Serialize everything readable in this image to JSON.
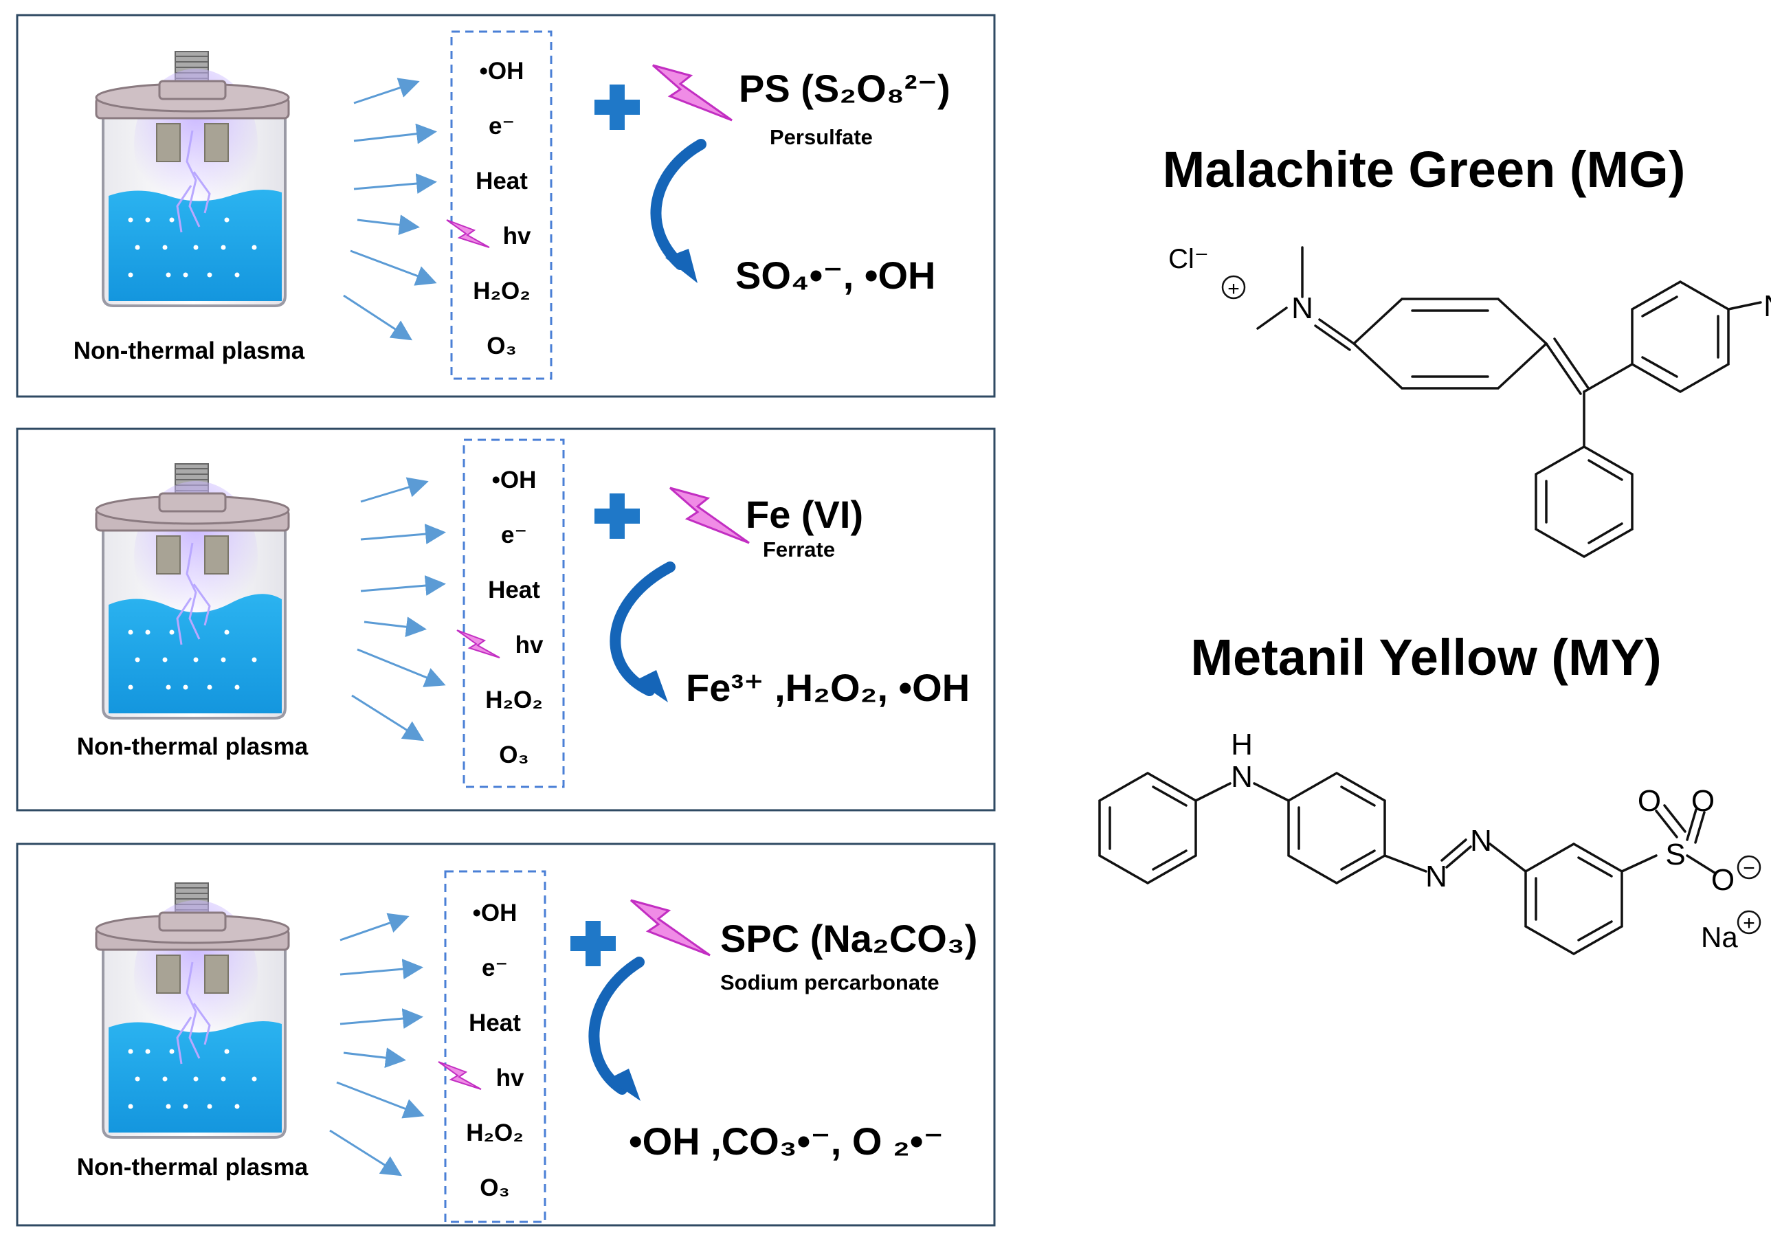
{
  "colors": {
    "panel_border": "#2f4a63",
    "species_box_border": "#4a7fd6",
    "arrow_blue": "#5b9bd5",
    "plus_blue": "#1f78c8",
    "curved_arrow": "#1565b8",
    "lightning_fill": "#f08ce6",
    "lightning_stroke": "#c22ec2",
    "water": "#1aa7ea",
    "lid": "#c8b8bd",
    "structure_line": "#111111"
  },
  "panels": [
    {
      "reactor_label": "Non-thermal plasma",
      "species": {
        "oh": "•OH",
        "electron": "e⁻",
        "heat": "Heat",
        "hv": "hv",
        "h2o2": "H₂O₂",
        "o3": "O₃"
      },
      "oxidant_name": "PS  (S₂O₈²⁻)",
      "oxidant_desc": "Persulfate",
      "products": "SO₄•⁻, •OH"
    },
    {
      "reactor_label": "Non-thermal plasma",
      "species": {
        "oh": "•OH",
        "electron": "e⁻",
        "heat": "Heat",
        "hv": "hv",
        "h2o2": "H₂O₂",
        "o3": "O₃"
      },
      "oxidant_name": "Fe (VI)",
      "oxidant_desc": "Ferrate",
      "products": "Fe³⁺ ,H₂O₂, •OH"
    },
    {
      "reactor_label": "Non-thermal plasma",
      "species": {
        "oh": "•OH",
        "electron": "e⁻",
        "heat": "Heat",
        "hv": "hv",
        "h2o2": "H₂O₂",
        "o3": "O₃"
      },
      "oxidant_name": "SPC (Na₂CO₃)",
      "oxidant_desc": "Sodium percarbonate",
      "products": "•OH ,CO₃•⁻, O ₂•⁻"
    }
  ],
  "structures": {
    "mg": {
      "title": "Malachite Green (MG)",
      "chloride": "Cl⁻",
      "plus": "+",
      "n_left": "N",
      "n_right": "N"
    },
    "my": {
      "title": "Metanil Yellow (MY)",
      "h": "H",
      "n_amine": "N",
      "n_azo1": "N",
      "n_azo2": "N",
      "s": "S",
      "o1": "O",
      "o2": "O",
      "o3": "O",
      "minus": "−",
      "na": "Na",
      "plus": "+"
    }
  }
}
